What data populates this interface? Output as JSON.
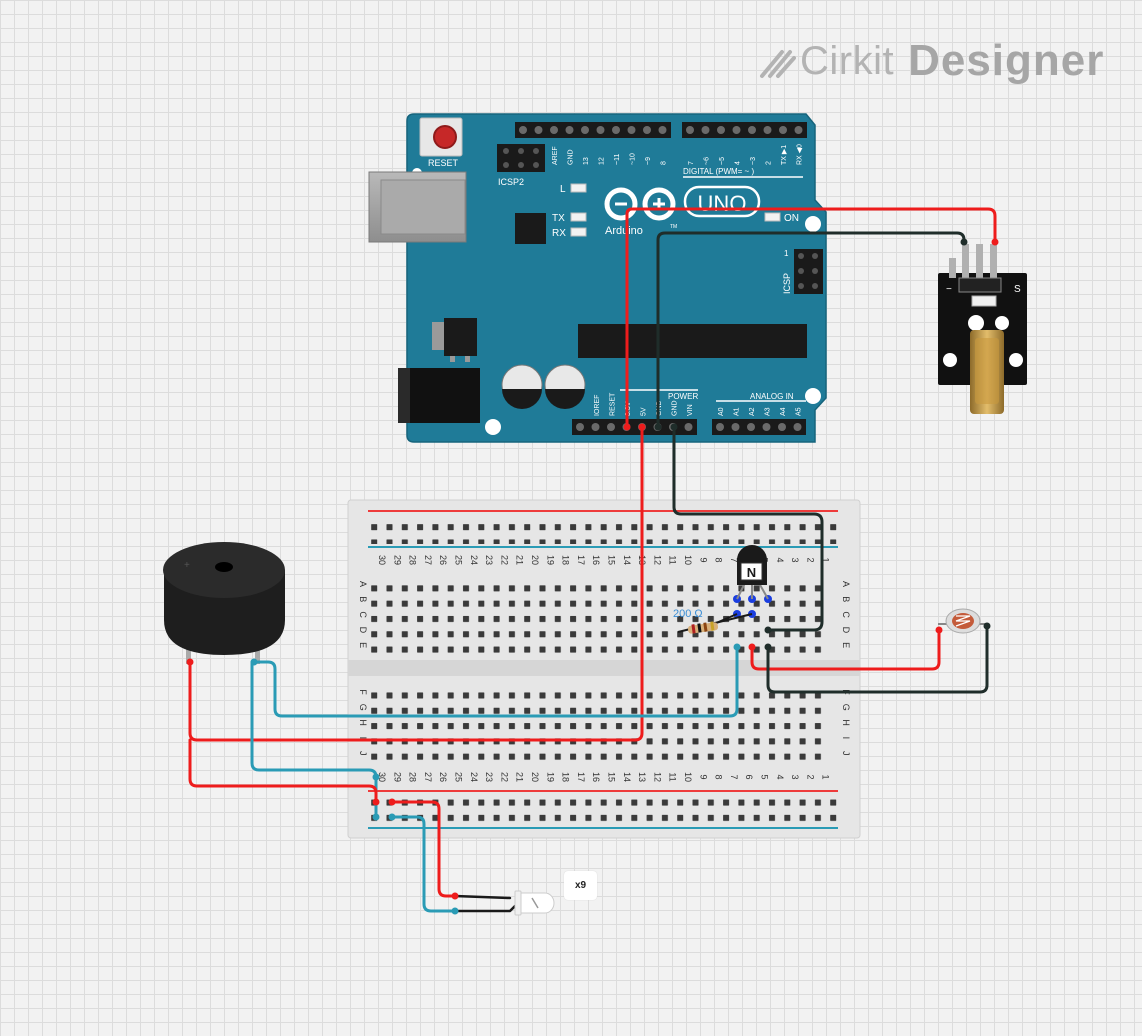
{
  "logo": {
    "brand": "Cirkit",
    "product": "Designer"
  },
  "arduino": {
    "reset_label": "RESET",
    "icsp2_label": "ICSP2",
    "icsp_label": "ICSP",
    "icsp_pin1": "1",
    "l_label": "L",
    "tx_label": "TX",
    "rx_label": "RX",
    "on_label": "ON",
    "brand_label": "Arduino",
    "tm_label": "TM",
    "uno_label": "UNO",
    "digital_label": "DIGITAL (PWM= ~ )",
    "power_label": "POWER",
    "analog_label": "ANALOG IN",
    "top_pins_left": [
      "AREF",
      "GND",
      "13",
      "12",
      "~11",
      "~10",
      "~9",
      "8"
    ],
    "top_pins_right": [
      "7",
      "~6",
      "~5",
      "4",
      "~3",
      "2",
      "TX ▶1",
      "RX ◀0"
    ],
    "power_pins": [
      "IOREF",
      "RESET",
      "3.3V",
      "5V",
      "GND",
      "GND",
      "VIN"
    ],
    "analog_pins": [
      "A0",
      "A1",
      "A2",
      "A3",
      "A4",
      "A5"
    ]
  },
  "breadboard": {
    "columns": [
      "30",
      "29",
      "28",
      "27",
      "26",
      "25",
      "24",
      "23",
      "22",
      "21",
      "20",
      "19",
      "18",
      "17",
      "16",
      "15",
      "14",
      "13",
      "12",
      "11",
      "10",
      "9",
      "8",
      "7",
      "6",
      "5",
      "4",
      "3",
      "2",
      "1"
    ],
    "rows_top": [
      "A",
      "B",
      "C",
      "D",
      "E"
    ],
    "rows_bottom": [
      "F",
      "G",
      "H",
      "I",
      "J"
    ]
  },
  "laser_module": {
    "pin_minus": "−",
    "pin_s": "S"
  },
  "transistor_label": "N",
  "resistor_label": "200 Ω",
  "led_multiplier": "x9",
  "colors": {
    "wire_red": "#ee1c1c",
    "wire_black": "#1f2d2a",
    "wire_blue": "#2a9bb5",
    "arduino_teal": "#1f7b98",
    "breadboard": "#e6e6e6"
  }
}
